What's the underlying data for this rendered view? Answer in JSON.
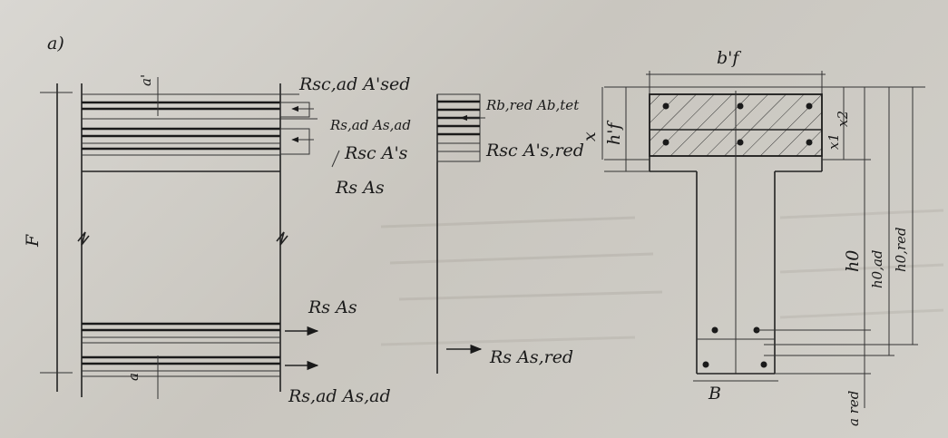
{
  "panel_label": "a)",
  "left_labels": {
    "a_prime": "a'",
    "rsc_ad": "Rsc,ad A'sed",
    "rs_ad_top": "Rs,ad As,ad",
    "rsc": "Rsc A's",
    "rs_top": "Rs As",
    "f": "F",
    "rs_bottom": "Rs As",
    "a": "a",
    "rs_ad_bottom": "Rs,ad As,ad"
  },
  "middle_labels": {
    "rb_red": "Rb,red Ab,tet",
    "rsc_red": "Rsc A's,red",
    "x": "x",
    "h_f": "h'f",
    "rs_red": "Rs As,red"
  },
  "right_labels": {
    "b_f": "b'f",
    "x1": "x1",
    "x2": "x2",
    "h0": "h0",
    "h0_ad": "h0,ad",
    "h0_red": "h0,red",
    "b": "B",
    "a_red": "a red"
  }
}
